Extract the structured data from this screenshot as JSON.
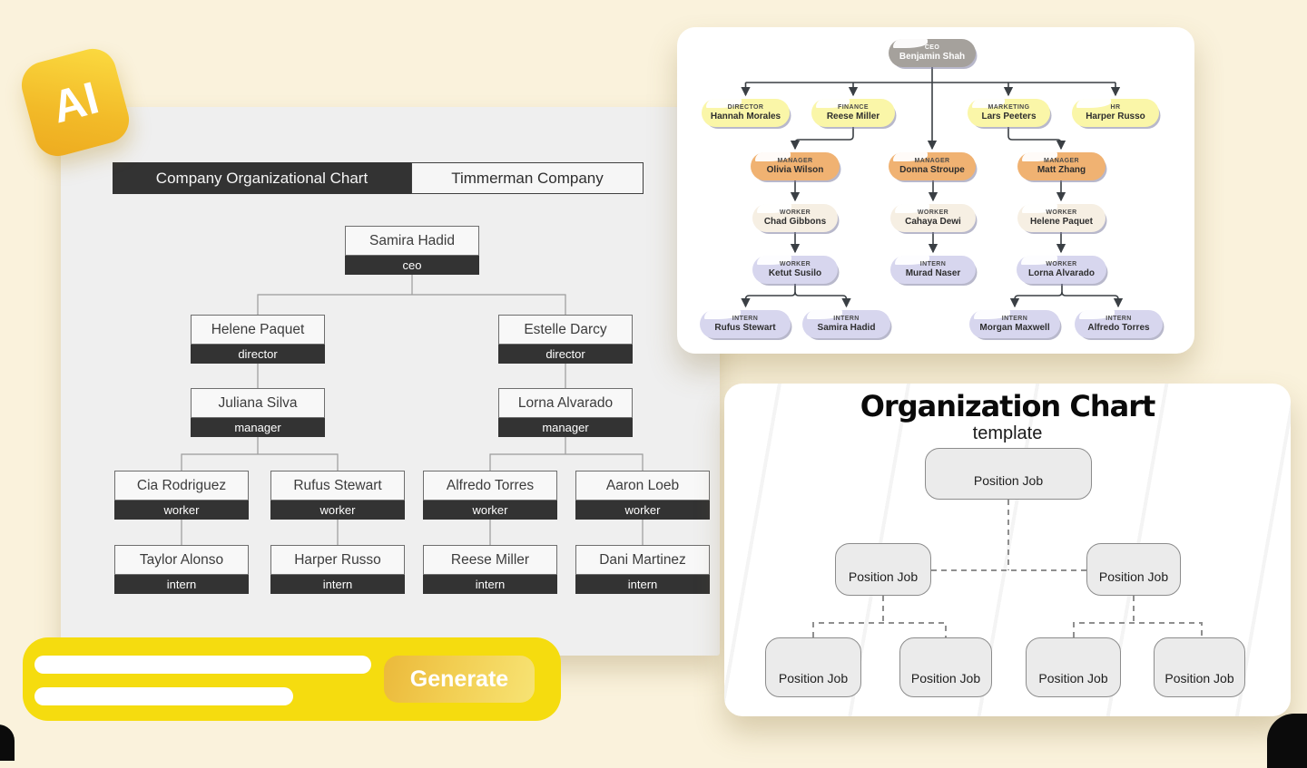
{
  "app": {
    "badge_label": "AI"
  },
  "colors": {
    "background": "#FAF2DC",
    "accent_yellow": "#F5DC0F",
    "badge_gradient_start": "#FBD93F",
    "badge_gradient_end": "#EDAA1F",
    "panel_gray": "#EFEFEF",
    "dark_bar": "#333333",
    "pill_gray": "#A5A19C",
    "pill_yellow": "#FAF6A8",
    "pill_orange": "#F0B272",
    "pill_cream": "#F6EFE3",
    "pill_lavender": "#D7D6EE"
  },
  "classic_chart": {
    "title": "Company Organizational Chart",
    "company_name": "Timmerman Company",
    "ceo": {
      "name": "Samira Hadid",
      "role": "ceo"
    },
    "directors": [
      {
        "name": "Helene Paquet",
        "role": "director"
      },
      {
        "name": "Estelle Darcy",
        "role": "director"
      }
    ],
    "managers": [
      {
        "name": "Juliana Silva",
        "role": "manager"
      },
      {
        "name": "Lorna Alvarado",
        "role": "manager"
      }
    ],
    "workers": [
      {
        "name": "Cia Rodriguez",
        "role": "worker"
      },
      {
        "name": "Rufus Stewart",
        "role": "worker"
      },
      {
        "name": "Alfredo Torres",
        "role": "worker"
      },
      {
        "name": "Aaron Loeb",
        "role": "worker"
      }
    ],
    "interns": [
      {
        "name": "Taylor Alonso",
        "role": "intern"
      },
      {
        "name": "Harper Russo",
        "role": "intern"
      },
      {
        "name": "Reese Miller",
        "role": "intern"
      },
      {
        "name": "Dani Martinez",
        "role": "intern"
      }
    ]
  },
  "pill_chart": {
    "ceo": {
      "role": "CEO",
      "name": "Benjamin Shah"
    },
    "level2": [
      {
        "role": "DIRECTOR",
        "name": "Hannah Morales"
      },
      {
        "role": "FINANCE",
        "name": "Reese Miller"
      },
      {
        "role": "MARKETING",
        "name": "Lars Peeters"
      },
      {
        "role": "HR",
        "name": "Harper Russo"
      }
    ],
    "managers": [
      {
        "role": "MANAGER",
        "name": "Olivia Wilson"
      },
      {
        "role": "MANAGER",
        "name": "Donna Stroupe"
      },
      {
        "role": "MANAGER",
        "name": "Matt Zhang"
      }
    ],
    "workers": [
      {
        "role": "WORKER",
        "name": "Chad Gibbons"
      },
      {
        "role": "WORKER",
        "name": "Cahaya Dewi"
      },
      {
        "role": "WORKER",
        "name": "Helene Paquet"
      }
    ],
    "level5": [
      {
        "role": "WORKER",
        "name": "Ketut Susilo"
      },
      {
        "role": "INTERN",
        "name": "Murad Naser"
      },
      {
        "role": "WORKER",
        "name": "Lorna Alvarado"
      }
    ],
    "interns": [
      {
        "role": "INTERN",
        "name": "Rufus Stewart"
      },
      {
        "role": "INTERN",
        "name": "Samira Hadid"
      },
      {
        "role": "INTERN",
        "name": "Morgan Maxwell"
      },
      {
        "role": "INTERN",
        "name": "Alfredo Torres"
      }
    ]
  },
  "template_chart": {
    "title": "Organization Chart",
    "subtitle": "template",
    "nodes": [
      "Position Job",
      "Position Job",
      "Position Job",
      "Position Job",
      "Position Job",
      "Position Job",
      "Position Job"
    ]
  },
  "prompt": {
    "generate_label": "Generate"
  }
}
